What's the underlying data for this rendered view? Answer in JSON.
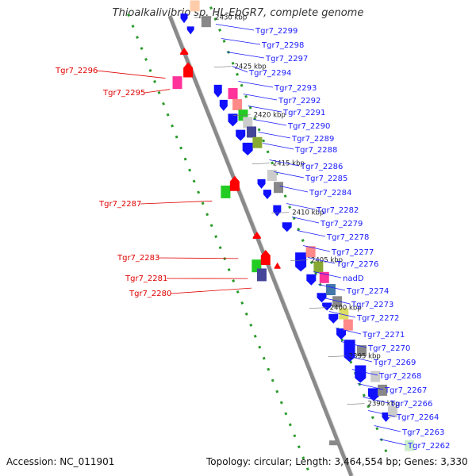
{
  "title": "Thioalkalivibrio sp. HL-EbGR7, complete genome",
  "accession_text": "Accession: NC_011901",
  "topology_text": "Topology: circular; Length: 3,464,554 bp; Genes: 3,330",
  "scale_labels": [
    "2430 kbp",
    "2425 kbp",
    "2420 kbp",
    "2415 kbp",
    "2410 kbp",
    "2405 kbp",
    "2400 kbp",
    "2395 kbp",
    "2390 kbp"
  ],
  "reverse_gene_labels": [
    "Tgr7_2296",
    "Tgr7_2295",
    "Tgr7_2287",
    "Tgr7_2283",
    "Tgr7_2281",
    "Tgr7_2280"
  ],
  "forward_gene_labels": [
    "Tgr7_2299",
    "Tgr7_2298",
    "Tgr7_2297",
    "Tgr7_2294",
    "Tgr7_2293",
    "Tgr7_2292",
    "Tgr7_2291",
    "Tgr7_2290",
    "Tgr7_2289",
    "Tgr7_2288",
    "Tgr7_2286",
    "Tgr7_2285",
    "Tgr7_2284",
    "Tgr7_2282",
    "Tgr7_2279",
    "Tgr7_2278",
    "Tgr7_2277",
    "Tgr7_2276",
    "nadD",
    "Tgr7_2274",
    "Tgr7_2273",
    "Tgr7_2272",
    "Tgr7_2271",
    "Tgr7_2270",
    "Tgr7_2269",
    "Tgr7_2268",
    "Tgr7_2267",
    "Tgr7_2266",
    "Tgr7_2264",
    "Tgr7_2263",
    "Tgr7_2262"
  ],
  "colors": {
    "forward_label": "#1a1aff",
    "reverse_label": "#e00000",
    "backbone": "#8a8a8a",
    "cds": "#1010ff",
    "rev_cds": "#ff0000",
    "gc_dots": "#2a9a2a",
    "cog_pink": "#ff3399",
    "cog_green": "#22cc22",
    "cog_salmon": "#ff8888",
    "cog_olive": "#88aa33",
    "cog_gray": "#888888",
    "cog_lightgray": "#cccccc",
    "cog_steel": "#4477aa",
    "cog_purple": "#444499",
    "cog_yellow": "#dddd66",
    "cog_peach": "#ffccaa"
  }
}
